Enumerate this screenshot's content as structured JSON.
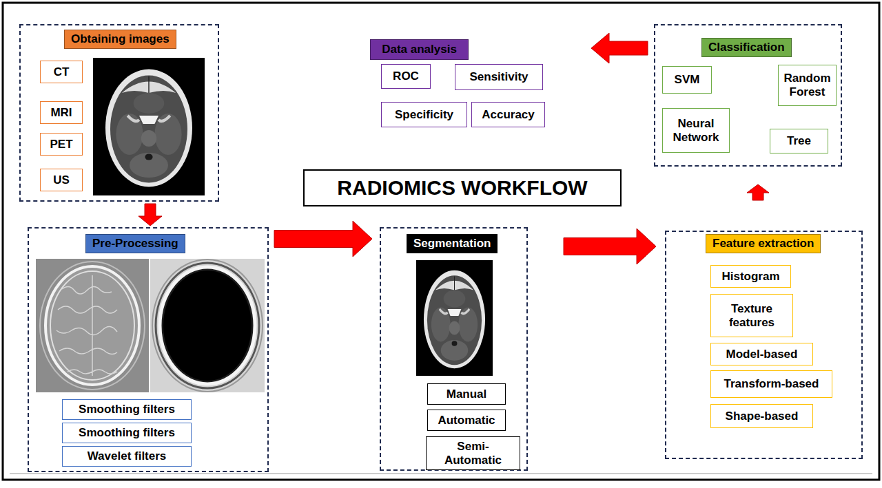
{
  "diagram": {
    "nodes": [
      {
        "text": [
          "Obtaining images"
        ]
      },
      {
        "text": [
          "CT"
        ],
        "in": 0
      },
      {
        "text": [
          "MRI"
        ],
        "in": 0
      },
      {
        "text": [
          "PET"
        ],
        "in": 0
      },
      {
        "text": [
          "US"
        ],
        "in": 0
      },
      {
        "text": [
          "Data analysis"
        ]
      },
      {
        "text": [
          "ROC"
        ]
      },
      {
        "text": [
          "Sensitivity"
        ]
      },
      {
        "text": [
          "Specificity"
        ]
      },
      {
        "text": [
          "Accuracy"
        ]
      },
      {
        "text": [
          "Classification"
        ]
      },
      {
        "text": [
          "SVM"
        ],
        "in": 10
      },
      {
        "text": [
          "Random Forest"
        ],
        "in": 10
      },
      {
        "text": [
          "Neural Network"
        ],
        "in": 10
      },
      {
        "text": [
          "Tree"
        ],
        "in": 10
      },
      {
        "text": [
          "RADIOMICS WORKFLOW"
        ]
      },
      {
        "text": [
          "Pre-Processing"
        ]
      },
      {
        "text": [
          "Smoothing filters"
        ],
        "in": 16
      },
      {
        "text": [
          "Smoothing filters"
        ],
        "in": 16
      },
      {
        "text": [
          "Wavelet filters"
        ],
        "in": 16
      },
      {
        "text": [
          "Segmentation"
        ]
      },
      {
        "text": [
          "Manual"
        ],
        "in": 20
      },
      {
        "text": [
          "Automatic"
        ],
        "in": 20
      },
      {
        "text": [
          "Semi-Automatic"
        ],
        "in": 20
      },
      {
        "text": [
          "Feature extraction"
        ]
      },
      {
        "text": [
          "Histogram"
        ],
        "in": 24
      },
      {
        "text": [
          "Texture features"
        ],
        "in": 24
      },
      {
        "text": [
          "Model-based"
        ],
        "in": 24
      },
      {
        "text": [
          "Transform-based"
        ],
        "in": 24
      },
      {
        "text": [
          "Shape-based"
        ],
        "in": 24
      }
    ],
    "edges": [
      {
        "from": 0,
        "to": 16,
        "arrow": "to"
      },
      {
        "from": 16,
        "to": 20,
        "arrow": "to"
      },
      {
        "from": 20,
        "to": 24,
        "arrow": "to"
      },
      {
        "from": 24,
        "to": 10,
        "arrow": "to"
      },
      {
        "from": 10,
        "to": 5,
        "arrow": "to"
      }
    ]
  }
}
